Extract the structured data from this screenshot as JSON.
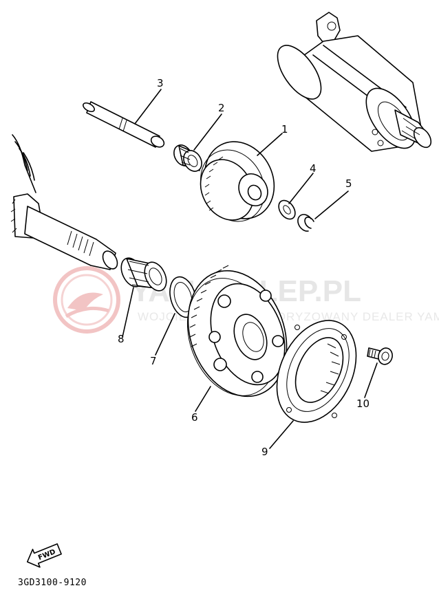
{
  "watermark": {
    "site": "YAMASKLEP.PL",
    "tagline": "WOJCIECHOWSKI AUTORYZOWANY DEALER YAMAHA",
    "logo_color": "#f2c4c4",
    "text_color": "#e6e6e6"
  },
  "callouts": {
    "1": "1",
    "2": "2",
    "3": "3",
    "4": "4",
    "5": "5",
    "6": "6",
    "7": "7",
    "8": "8",
    "9": "9",
    "10": "10"
  },
  "direction_badge": "FWD",
  "diagram_code": "3GD3100-9120"
}
